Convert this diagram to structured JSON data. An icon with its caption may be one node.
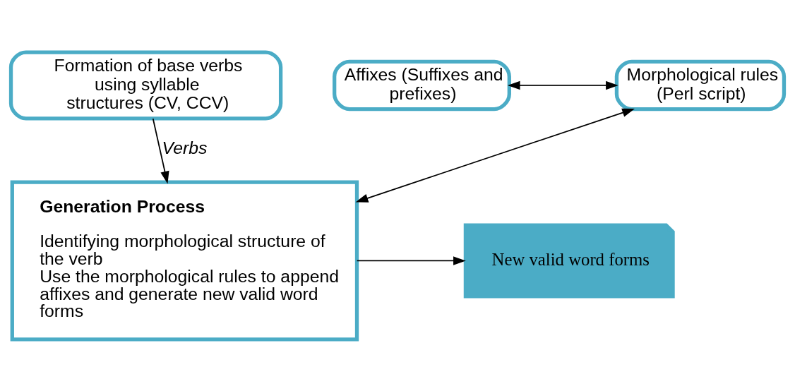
{
  "diagram": {
    "nodes": [
      {
        "text": [
          "Formation of base verbs using syllable structures (CV, CCV)"
        ]
      },
      {
        "text": [
          "Affixes (Suffixes and prefixes)"
        ]
      },
      {
        "text": [
          "Morphological rules (Perl script)"
        ]
      },
      {
        "text": [
          "Generation Process",
          "Identifying morphological structure of the verb",
          "Use the morphological rules to append affixes and generate new valid word forms"
        ]
      },
      {
        "text": [
          "New valid word forms"
        ]
      }
    ],
    "edges": [
      {
        "from": 0,
        "to": 3,
        "arrow": "to",
        "label": "Verbs"
      },
      {
        "from": 1,
        "to": 2,
        "arrow": "both"
      },
      {
        "from": 2,
        "to": 3,
        "arrow": "both"
      },
      {
        "from": 3,
        "to": 4,
        "arrow": "to"
      }
    ]
  }
}
